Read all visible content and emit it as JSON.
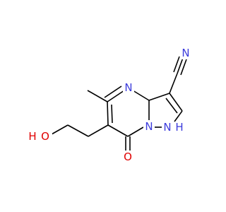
{
  "molecule": {
    "colors": {
      "bond": "#000000",
      "nitrogen": "#3c3cdc",
      "oxygen": "#e00000"
    },
    "labels": {
      "nitrile_n": "N",
      "ring_n": "N",
      "bridge_n": "N",
      "nh": "N",
      "h": "H",
      "carbonyl_o": "O",
      "hydroxyl_o": "O",
      "hydroxyl_h": "H"
    }
  }
}
